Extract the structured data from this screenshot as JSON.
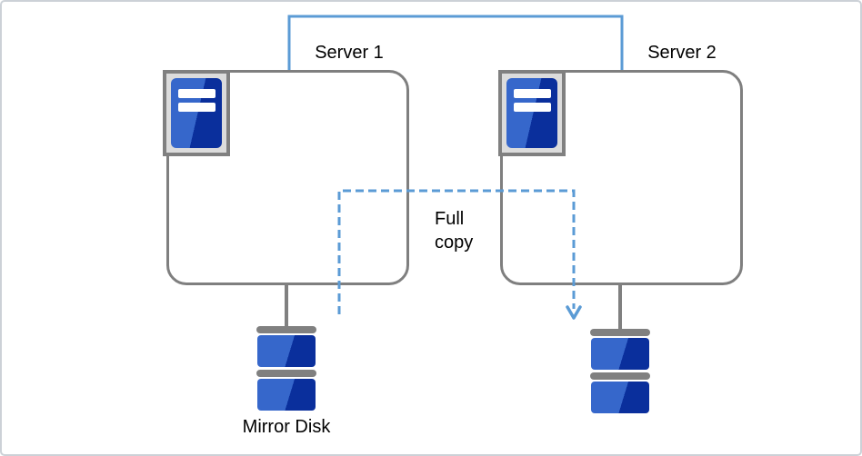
{
  "colors": {
    "link_blue": "#5b9bd5",
    "outline_gray": "#7f7f7f",
    "hardware_gray": "#808080",
    "icon_frame_fill": "#dcdcdc",
    "device_blue_light": "#3667cb",
    "device_blue_dark": "#0a2f9c",
    "canvas_border": "#ccd1d7",
    "text": "#000000"
  },
  "servers": [
    {
      "label": "Server 1"
    },
    {
      "label": "Server 2"
    }
  ],
  "annotations": {
    "full_copy": "Full copy",
    "mirror_disk": "Mirror Disk"
  }
}
